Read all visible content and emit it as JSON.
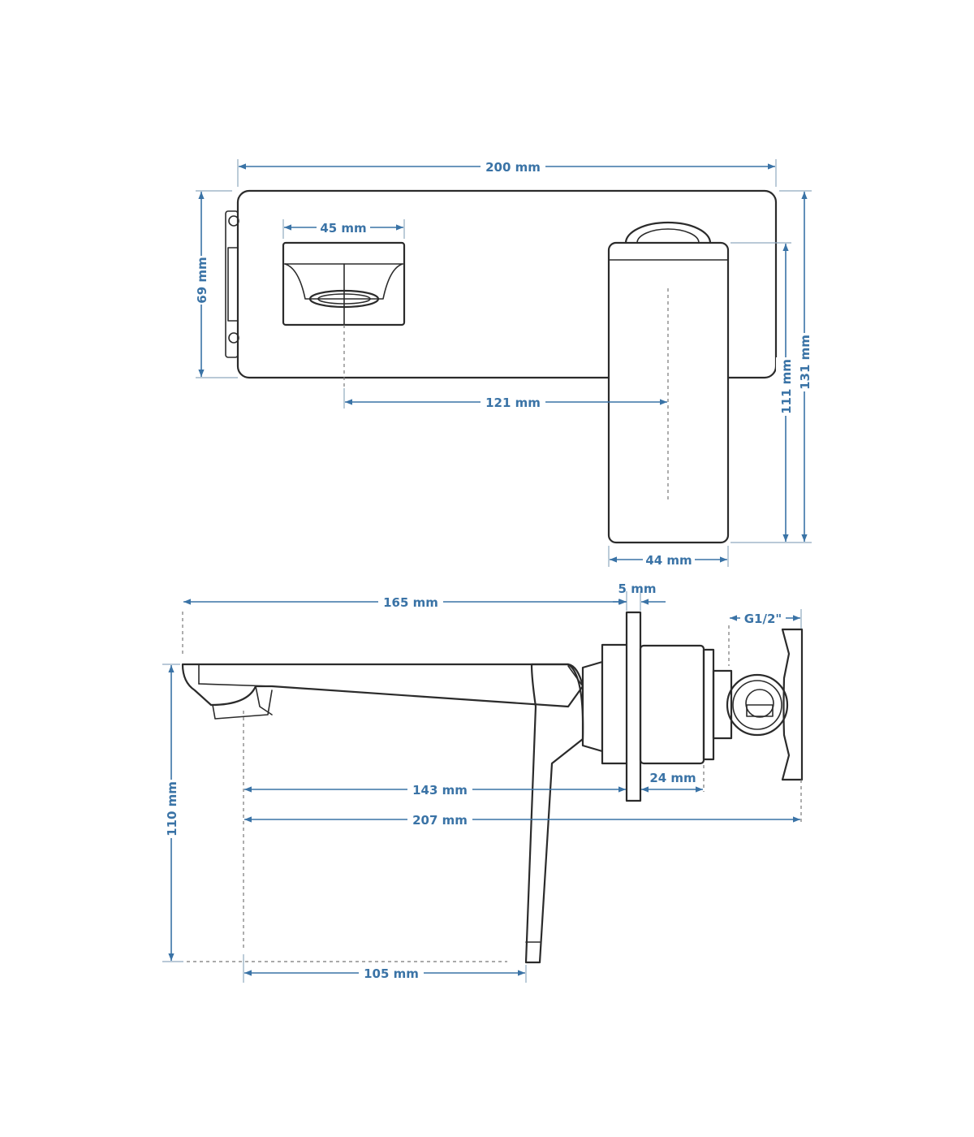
{
  "colors": {
    "dimension": "#3a73a6",
    "outline": "#2b2b2b",
    "background": "#ffffff"
  },
  "front_view": {
    "width_overall": "200 mm",
    "handle_recess_width": "45 mm",
    "plate_height": "69 mm",
    "center_distance": "121 mm",
    "lever_width": "44 mm",
    "lever_height": "111 mm",
    "overall_height": "131 mm"
  },
  "side_view": {
    "spout_length": "165 mm",
    "plate_thickness": "5 mm",
    "thread": "G1/2\"",
    "outlet_to_wall": "143 mm",
    "body_depth": "24 mm",
    "overall_length": "207 mm",
    "overall_height": "110 mm",
    "lever_offset": "105 mm"
  }
}
